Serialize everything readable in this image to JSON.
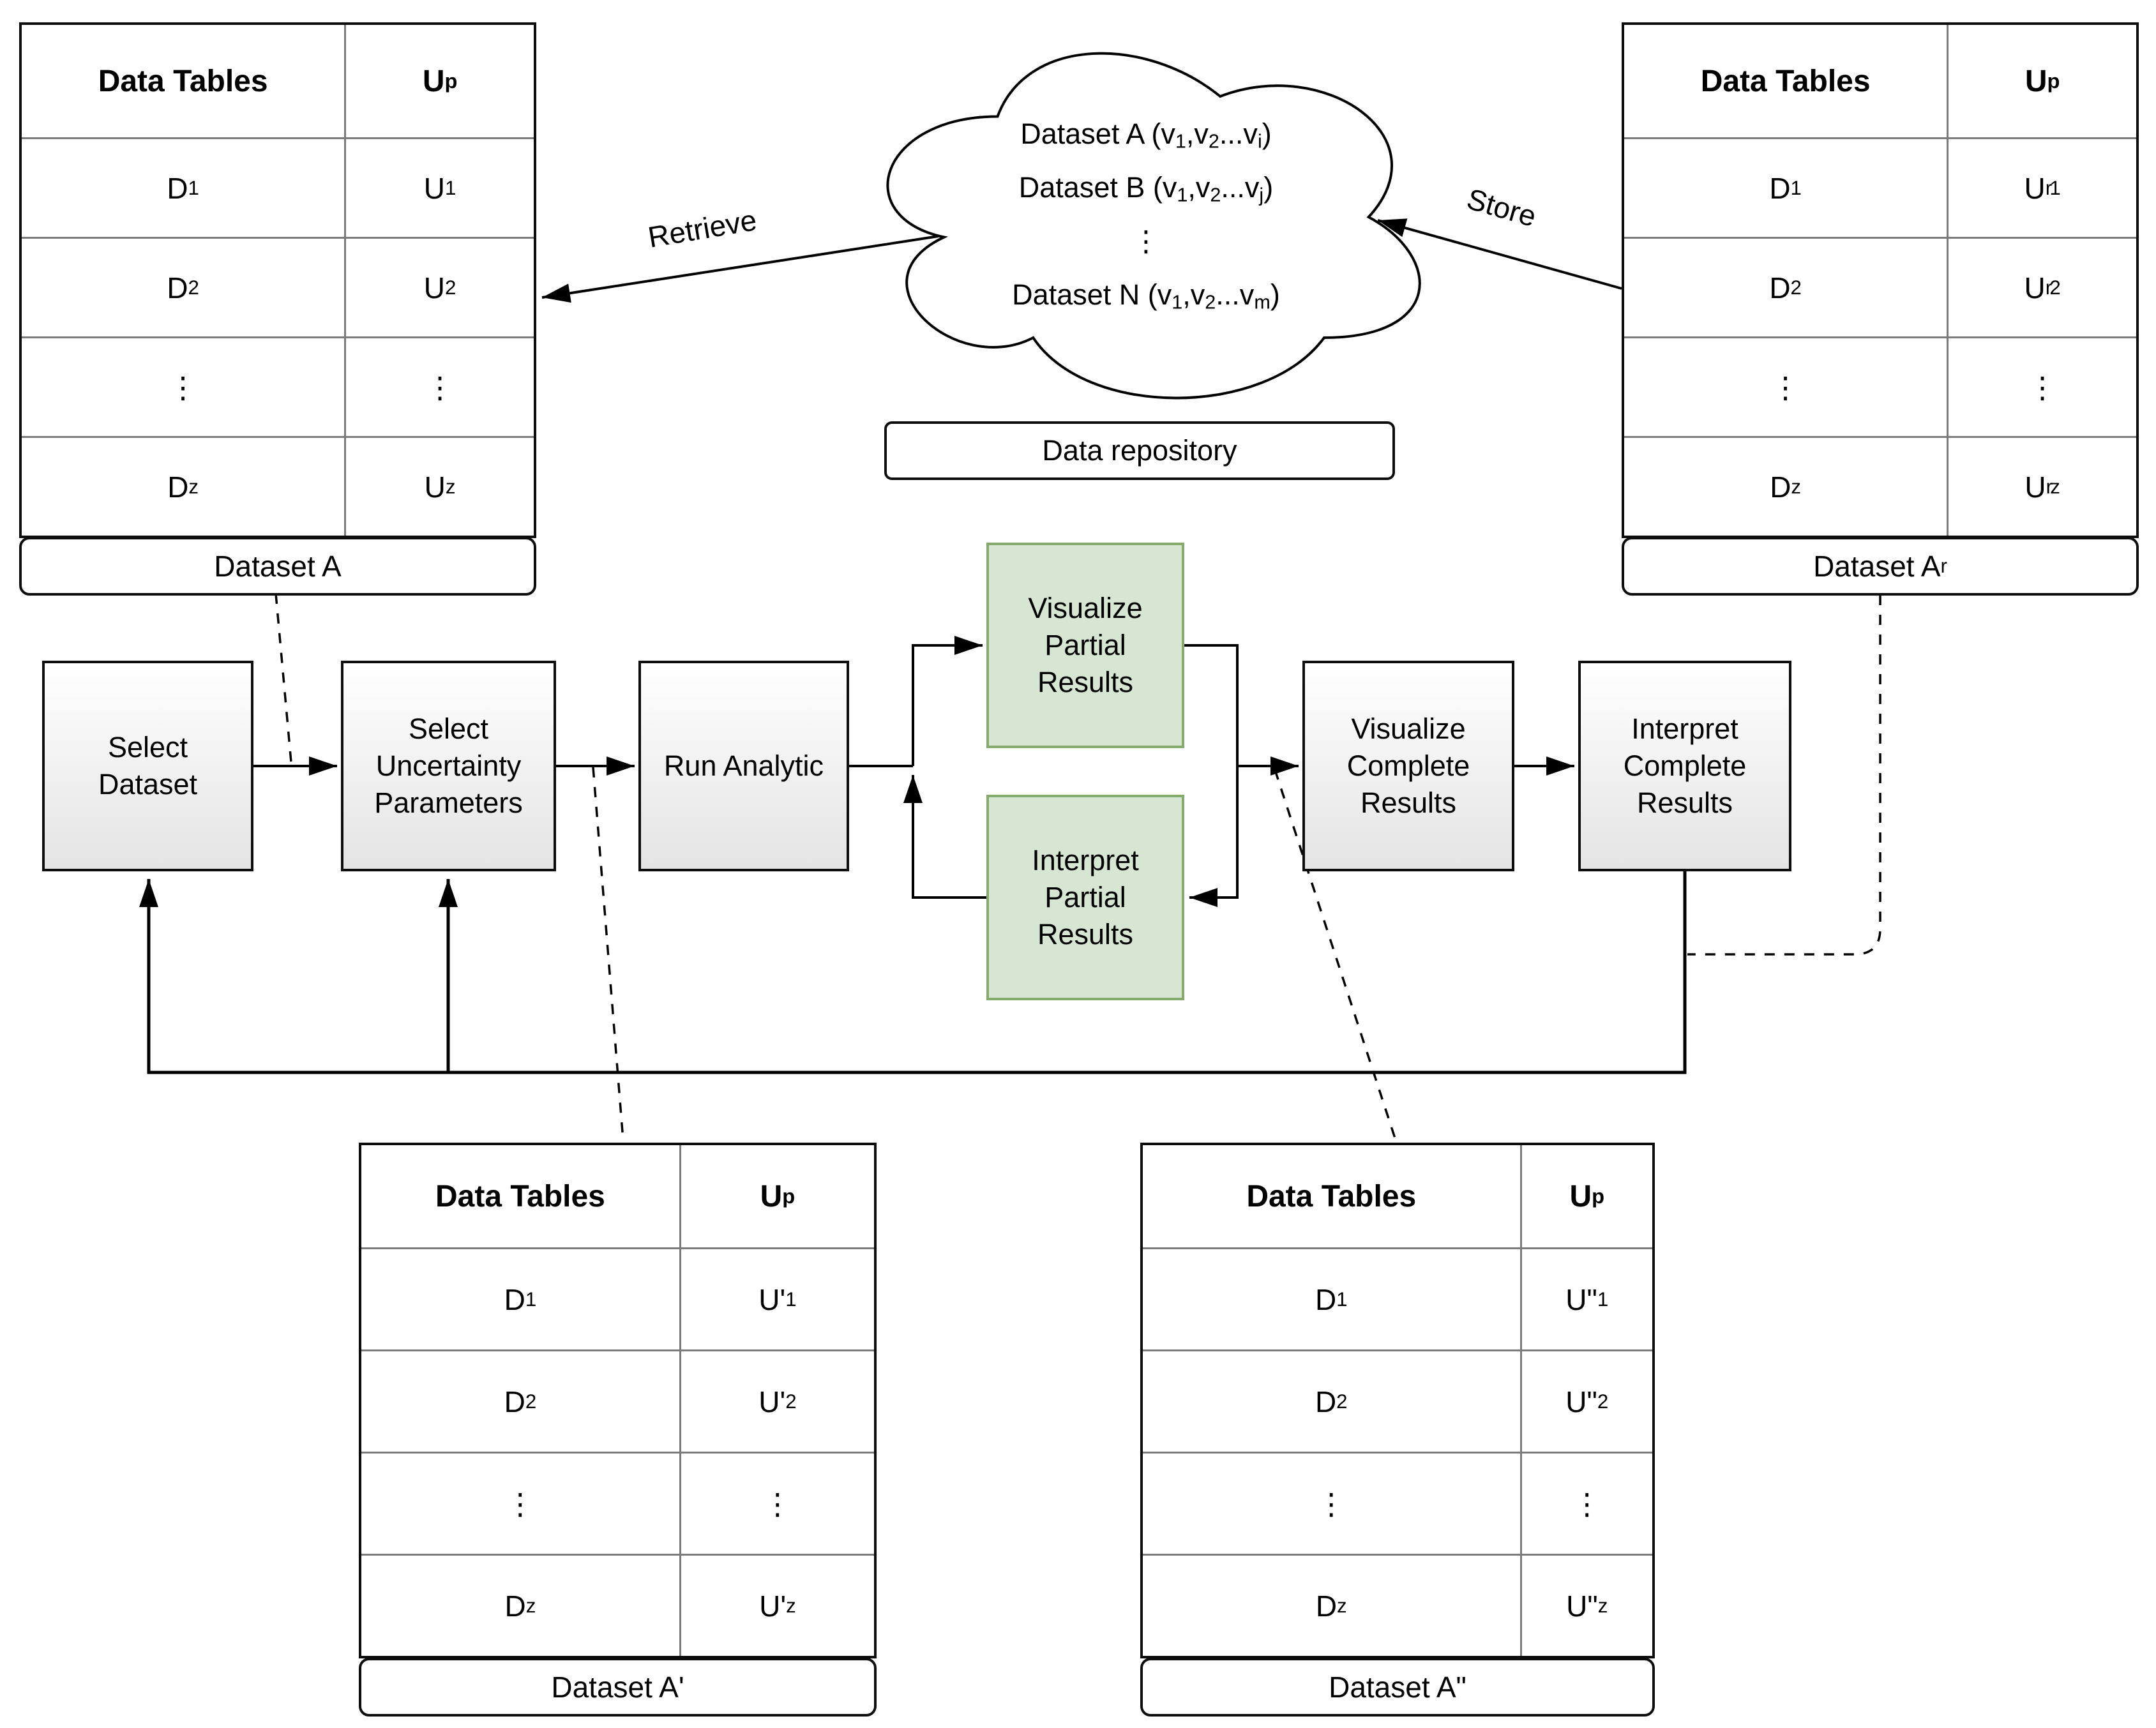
{
  "cloud": {
    "lines": [
      "Dataset A (v_1_,v_2_...v_i_)",
      "Dataset B (v_1_,v_2_...v_j_)",
      "⋮",
      "Dataset N (v_1_,v_2_...v_m_)"
    ],
    "label": "Data repository"
  },
  "edges": {
    "retrieve": "Retrieve",
    "store": "Store"
  },
  "process": {
    "select_dataset": "Select Dataset",
    "select_uncertainty": "Select Uncertainty Parameters",
    "run_analytic": "Run Analytic",
    "visualize_partial": "Visualize Partial Results",
    "interpret_partial": "Interpret Partial Results",
    "visualize_complete": "Visualize Complete Results",
    "interpret_complete": "Interpret Complete Results"
  },
  "tables": {
    "dataset_a": {
      "headers": [
        "Data Tables",
        "U_p_"
      ],
      "rows": [
        [
          "D_1_",
          "U_1_"
        ],
        [
          "D_2_",
          "U_2_"
        ],
        [
          "⋮",
          "⋮"
        ],
        [
          "D_z_",
          "U_z_"
        ]
      ],
      "caption": "Dataset A"
    },
    "dataset_ar": {
      "headers": [
        "Data Tables",
        "U_p_"
      ],
      "rows": [
        [
          "D_1_",
          "U^r^_1_"
        ],
        [
          "D_2_",
          "U^r^_2_"
        ],
        [
          "⋮",
          "⋮"
        ],
        [
          "D_z_",
          "U^r^_z_"
        ]
      ],
      "caption": "Dataset A_r_"
    },
    "dataset_a_prime": {
      "headers": [
        "Data Tables",
        "U_p_"
      ],
      "rows": [
        [
          "D_1_",
          "U'_1_"
        ],
        [
          "D_2_",
          "U'_2_"
        ],
        [
          "⋮",
          "⋮"
        ],
        [
          "D_z_",
          "U'_z_"
        ]
      ],
      "caption": "Dataset A'"
    },
    "dataset_a_doubleprime": {
      "headers": [
        "Data Tables",
        "U_p_"
      ],
      "rows": [
        [
          "D_1_",
          "U\"_1_"
        ],
        [
          "D_2_",
          "U\"_2_"
        ],
        [
          "⋮",
          "⋮"
        ],
        [
          "D_z_",
          "U\"_z_"
        ]
      ],
      "caption": "Dataset A\""
    }
  },
  "colors": {
    "line": "#000000",
    "grid_line": "#7b7b7b",
    "green_fill": "#d6e6d2",
    "green_border": "#84ab6c",
    "box_gradient_bottom": "#e4e4e4"
  }
}
